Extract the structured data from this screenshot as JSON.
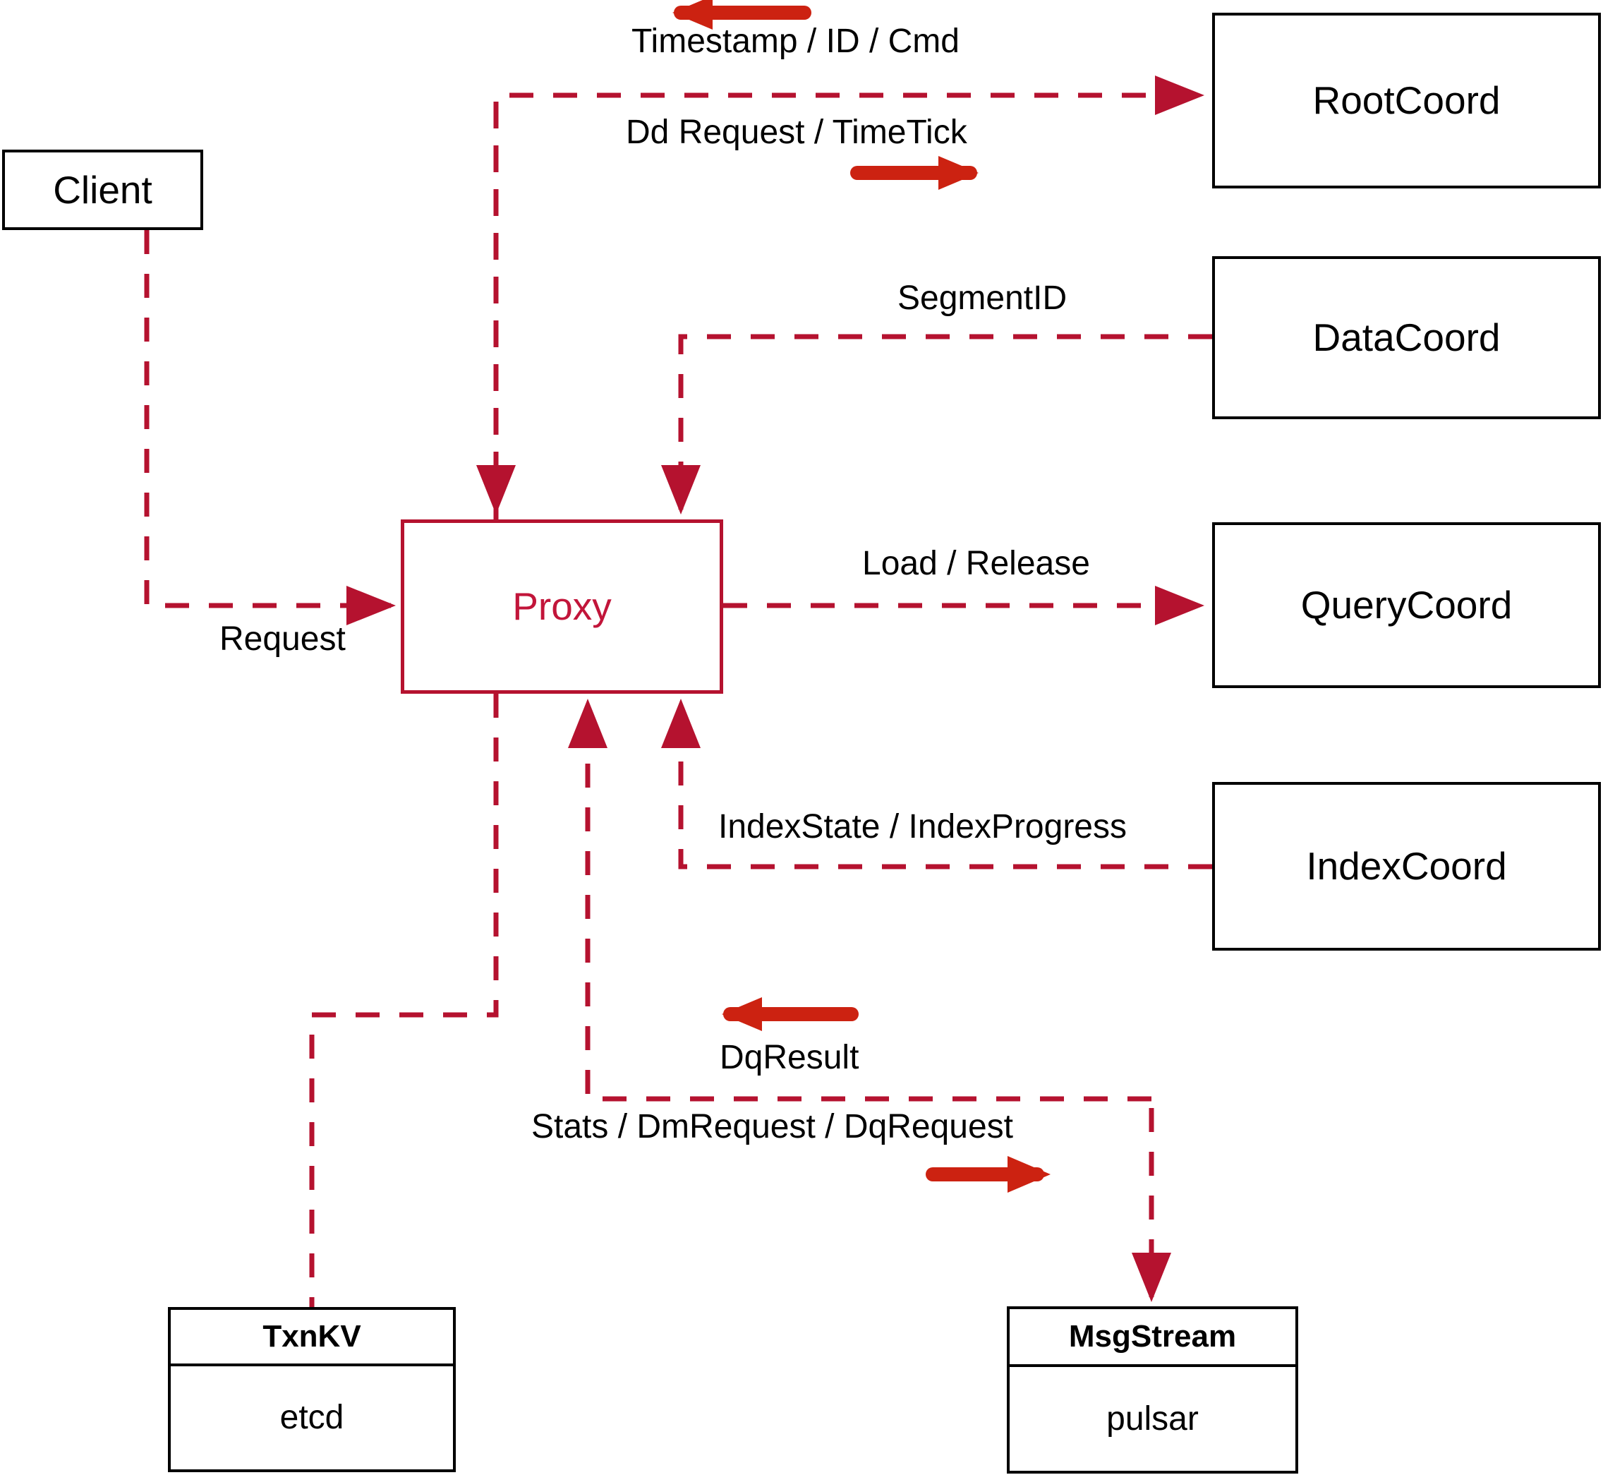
{
  "diagram": {
    "title": "Milvus Proxy interaction diagram",
    "colors": {
      "node_stroke": "#000000",
      "proxy_stroke": "#B5122F",
      "proxy_text": "#C2153A",
      "connector": "#B5122F",
      "direction_arrow": "#CC2211",
      "background": "#FFFFFF"
    },
    "nodes": [
      {
        "id": "client",
        "label": "Client"
      },
      {
        "id": "proxy",
        "label": "Proxy"
      },
      {
        "id": "rootcoord",
        "label": "RootCoord"
      },
      {
        "id": "datacoord",
        "label": "DataCoord"
      },
      {
        "id": "querycoord",
        "label": "QueryCoord"
      },
      {
        "id": "indexcoord",
        "label": "IndexCoord"
      }
    ],
    "stores": [
      {
        "id": "txnkv",
        "title": "TxnKV",
        "impl": "etcd"
      },
      {
        "id": "msgstream",
        "title": "MsgStream",
        "impl": "pulsar"
      }
    ],
    "edge_labels": [
      {
        "id": "timestamp-id-cmd",
        "text": "Timestamp / ID / Cmd"
      },
      {
        "id": "dd-request-timetick",
        "text": "Dd Request / TimeTick"
      },
      {
        "id": "segmentid",
        "text": "SegmentID"
      },
      {
        "id": "request",
        "text": "Request"
      },
      {
        "id": "load-release",
        "text": "Load / Release"
      },
      {
        "id": "indexstate-progress",
        "text": "IndexState / IndexProgress"
      },
      {
        "id": "dqresult",
        "text": "DqResult"
      },
      {
        "id": "stats-dm-dq",
        "text": "Stats / DmRequest / DqRequest"
      }
    ]
  }
}
